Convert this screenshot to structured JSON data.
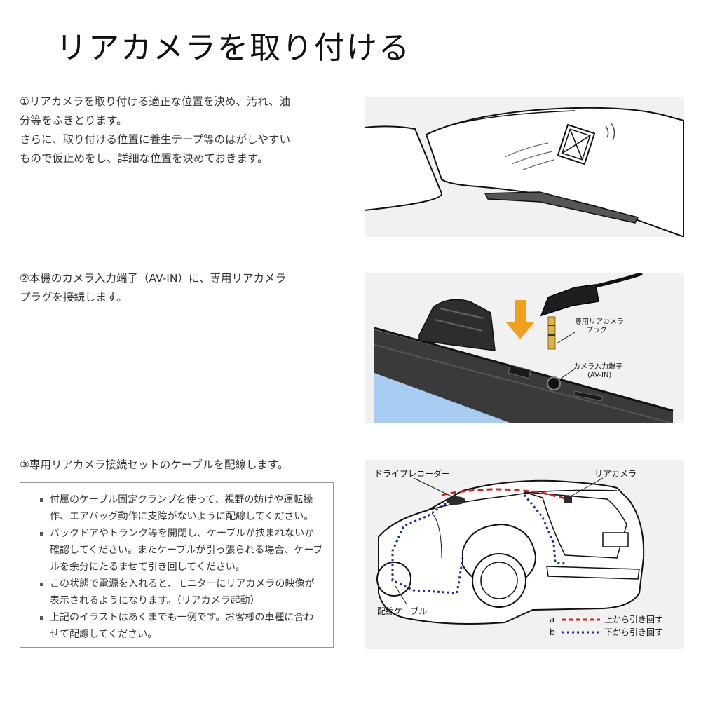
{
  "title": "リアカメラを取り付ける",
  "steps": [
    {
      "lines": [
        "①リアカメラを取り付ける適正な位置を決め、汚れ、油",
        "分等をふきとります。",
        "さらに、取り付ける位置に養生テープ等のはがしやすい",
        "もので仮止めをし、詳細な位置を決めておきます。"
      ]
    },
    {
      "lines": [
        "②本機のカメラ入力端子（AV-IN）に、専用リアカメラ",
        "プラグを接続します。"
      ]
    },
    {
      "lines": [
        "③専用リアカメラ接続セットのケーブルを配線します。"
      ]
    }
  ],
  "notes": [
    "付属のケーブル固定クランプを使って、視野の妨げや運転操作、エアバッグ動作に支障がないように配線してください。",
    "バックドアやトランク等を開閉し、ケーブルが挟まれないか確認してください。またケーブルが引っ張られる場合、ケーブルを余分にたるませて引き回してください。",
    "この状態で電源を入れると、モニターにリアカメラの映像が表示されるようになります。（リアカメラ起動）",
    "上記のイラストはあくまでも一例です。お客様の車種に合わせて配線してください。"
  ],
  "illustration2": {
    "plug_label_1": "専用リアカメラ",
    "plug_label_2": "プラグ",
    "port_label_1": "カメラ入力端子",
    "port_label_2": "(AV-IN)"
  },
  "illustration3": {
    "recorder_label": "ドライブレコーダー",
    "camera_label": "リアカメラ",
    "cable_label": "配線ケーブル",
    "legend": [
      {
        "key": "a",
        "text": "上から引き回す",
        "color": "#d81e1e"
      },
      {
        "key": "b",
        "text": "下から引き回す",
        "color": "#1a2aa8"
      }
    ]
  },
  "colors": {
    "panel_bg": "#f1f1f1",
    "screen_blue": "#a9cdf2",
    "arrow_orange": "#f0a01c"
  }
}
